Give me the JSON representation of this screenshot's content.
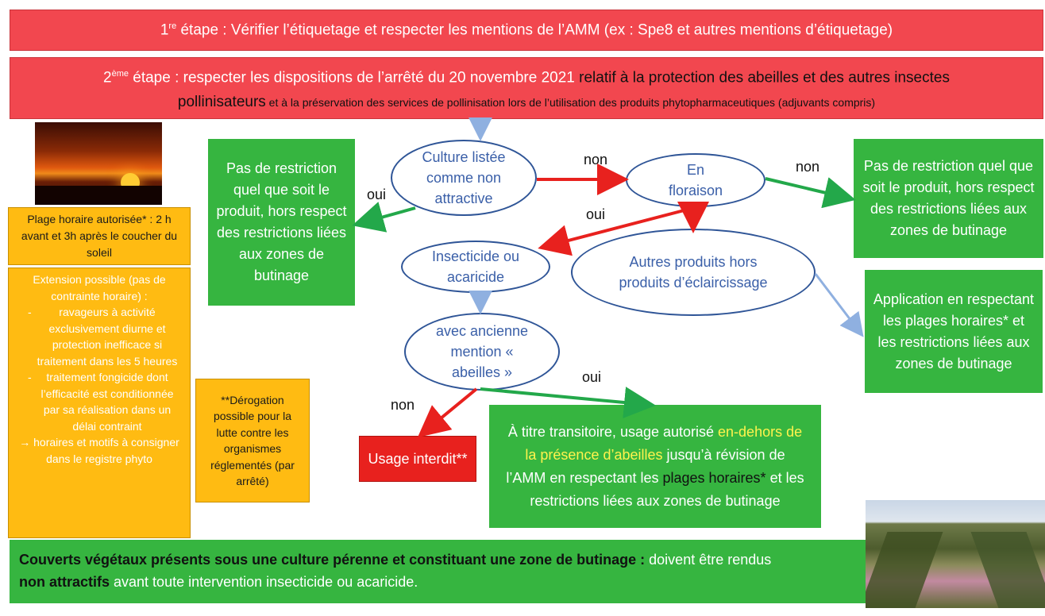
{
  "step1": {
    "prefix": "1",
    "sup": "re",
    "text": " étape : Vérifier l’étiquetage et respecter les mentions de l’AMM (ex : Spe8 et autres mentions d’étiquetage)"
  },
  "step2": {
    "prefix": "2",
    "sup": "ème",
    "text_a": " étape : respecter les dispositions de l’arrêté du 20 novembre 2021 ",
    "text_b": "relatif à la protection des abeilles et des autres insectes",
    "text_c": "pollinisateurs",
    "text_d": " et à la préservation des services de pollinisation lors de l’utilisation des produits phytopharmaceutiques (adjuvants compris)"
  },
  "nodes": {
    "culture": "Culture listée comme non attractive",
    "floraison": "En floraison",
    "insecticide": "Insecticide ou acaricide",
    "autres": "Autres produits hors produits d’éclaircissage",
    "ancienne": "avec ancienne mention « abeilles »"
  },
  "edges": {
    "non1": "non",
    "oui1": "oui",
    "non2": "non",
    "oui2": "oui",
    "oui3": "oui",
    "non3": "non"
  },
  "boxes": {
    "no_restriction_left": "Pas de restriction quel que soit le produit, hors respect des restrictions liées aux zones de butinage",
    "no_restriction_right": "Pas de restriction quel que soit le produit, hors respect des restrictions liées aux zones de butinage",
    "application": "Application en respectant les plages horaires* et les restrictions liées aux zones de butinage",
    "usage_interdit": "Usage interdit**",
    "transitoire_a": "À titre transitoire, usage autorisé ",
    "transitoire_b": "en-dehors de la présence d’abeilles",
    "transitoire_c": " jusqu’à révision de l’AMM en respectant les ",
    "transitoire_d": "plages horaires*",
    "transitoire_e": " et les restrictions liées aux zones de butinage"
  },
  "sidebar": {
    "plage": "Plage horaire autorisée* : 2 h avant et 3h après le coucher du soleil",
    "ext_title": "Extension possible (pas de contrainte horaire) :",
    "ext_item1": "ravageurs à activité exclusivement diurne et protection inefficace si traitement dans les 5 heures",
    "ext_item2": "traitement fongicide dont l’efficacité est conditionnée par sa réalisation dans un délai contraint",
    "ext_item3": "→ horaires et motifs à consigner dans le registre phyto",
    "derogation": "**Dérogation possible pour la lutte contre les organismes réglementés (par arrêté)"
  },
  "footer": {
    "bold": "Couverts végétaux présents sous une culture pérenne et constituant une zone de butinage :",
    "rest_a": " doivent être rendus",
    "bold2": "non attractifs",
    "rest_b": " avant toute intervention insecticide ou acaricide."
  },
  "colors": {
    "red": "#f2474f",
    "green": "#36b540",
    "orange": "#ffbb12",
    "arrow_red": "#e8211e",
    "arrow_green": "#23a84a",
    "arrow_blue": "#8fb0e0"
  }
}
